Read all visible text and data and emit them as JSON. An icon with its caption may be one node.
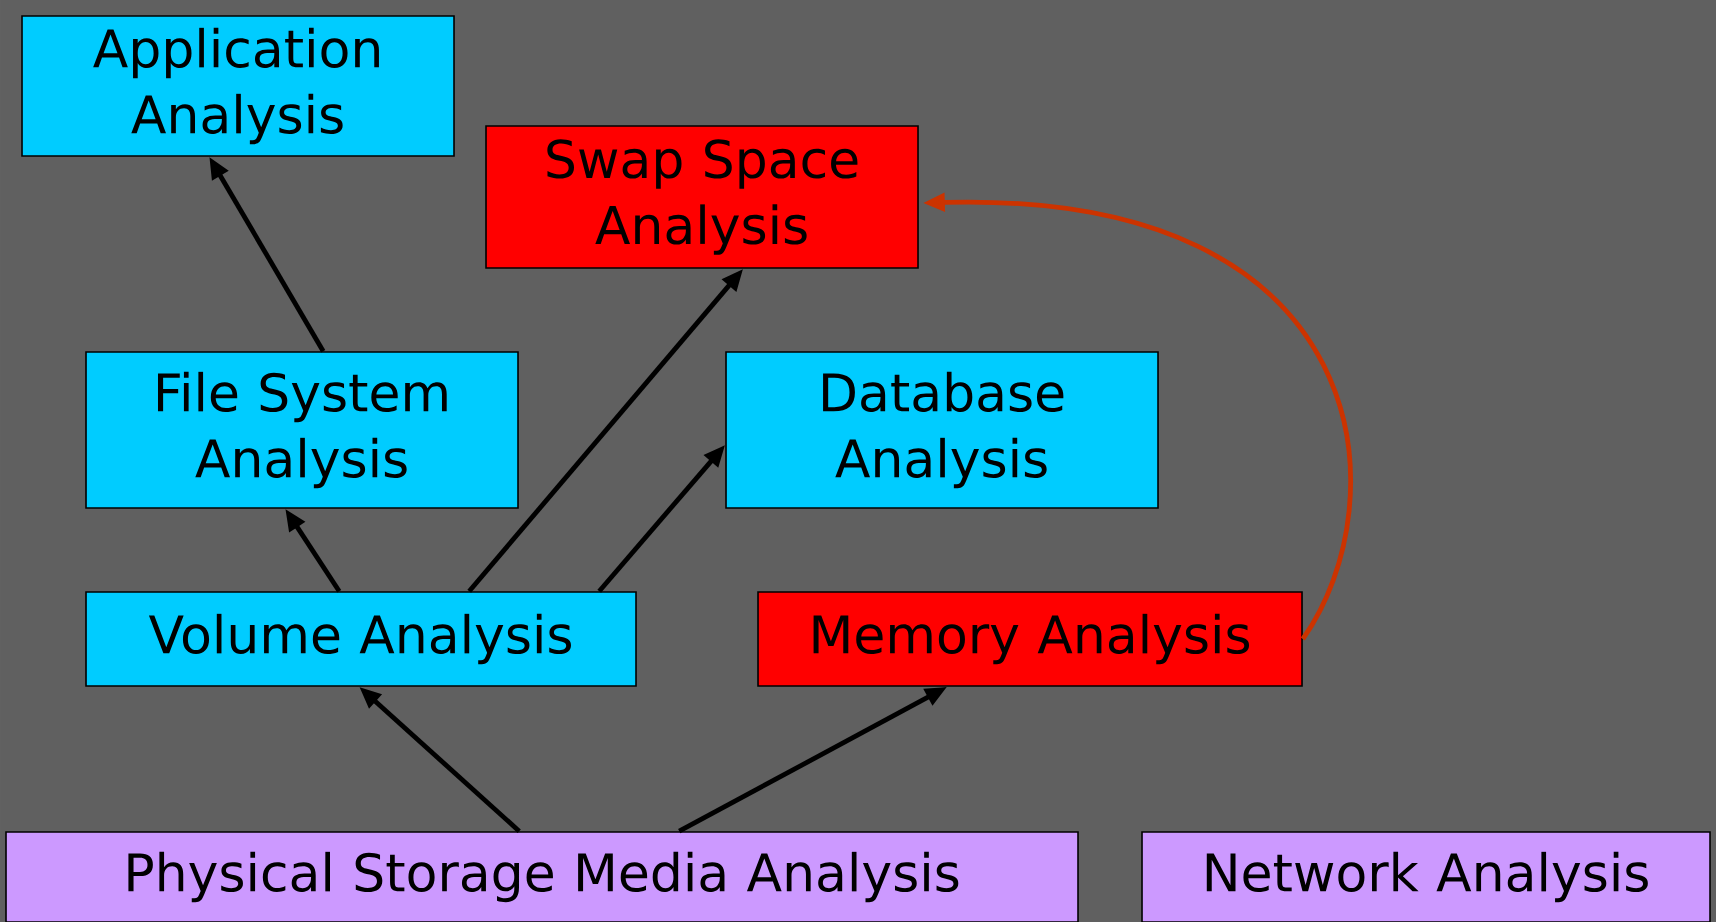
{
  "diagram": {
    "nodes": [
      {
        "text": [
          "Application Analysis"
        ]
      },
      {
        "text": [
          "Swap Space Analysis"
        ]
      },
      {
        "text": [
          "File System Analysis"
        ]
      },
      {
        "text": [
          "Database Analysis"
        ]
      },
      {
        "text": [
          "Volume Analysis"
        ]
      },
      {
        "text": [
          "Memory Analysis"
        ]
      },
      {
        "text": [
          "Physical Storage Media Analysis"
        ]
      },
      {
        "text": [
          "Network Analysis"
        ]
      }
    ],
    "edges": [
      {
        "from": 2,
        "to": 0,
        "arrow": "to"
      },
      {
        "from": 4,
        "to": 2,
        "arrow": "to"
      },
      {
        "from": 4,
        "to": 1,
        "arrow": "to"
      },
      {
        "from": 4,
        "to": 3,
        "arrow": "to"
      },
      {
        "from": 6,
        "to": 4,
        "arrow": "to"
      },
      {
        "from": 6,
        "to": 5,
        "arrow": "to"
      },
      {
        "from": 5,
        "to": 1,
        "arrow": "to",
        "color": "#cc3300"
      }
    ]
  }
}
